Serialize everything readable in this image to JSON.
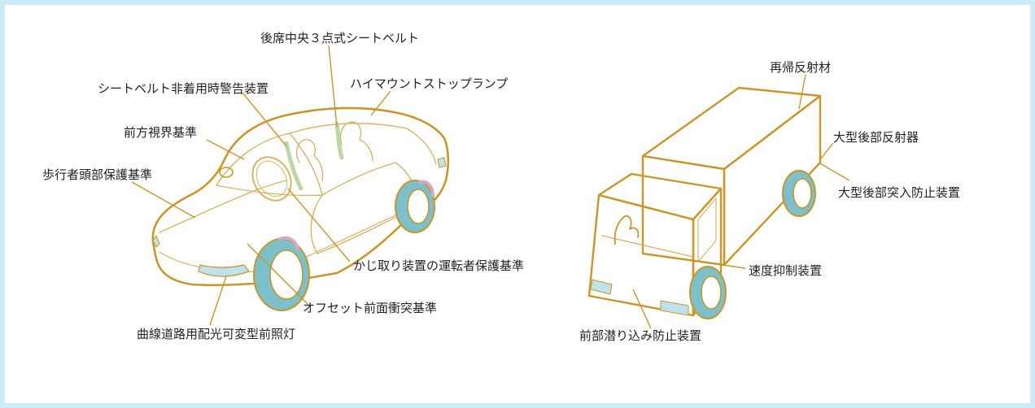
{
  "colors": {
    "outline": "#c8962a",
    "thin_outline": "#d9b36a",
    "glass": "#bfe3ec",
    "tire": "#7cc0cc",
    "seatbelt": "#bcd6a6",
    "accent_pink": "#d7a9c8",
    "leader": "#c8962a",
    "text": "#222222",
    "page_border": "#cdeaf6"
  },
  "car": {
    "labels": {
      "rear_center_belt": "後席中央３点式シートベルト",
      "belt_warning": "シートベルト非着用時警告装置",
      "high_mount_lamp": "ハイマウントストップランプ",
      "front_visibility": "前方視界基準",
      "pedestrian_head": "歩行者頭部保護基準",
      "steering_protection": "かじ取り装置の運転者保護基準",
      "offset_crash": "オフセット前面衝突基準",
      "adaptive_headlamp": "曲線道路用配光可変型前照灯"
    }
  },
  "truck": {
    "labels": {
      "retroreflective": "再帰反射材",
      "large_rear_reflector": "大型後部反射器",
      "rear_underrun": "大型後部突入防止装置",
      "speed_limiter": "速度抑制装置",
      "front_underrun": "前部潜り込み防止装置"
    }
  }
}
